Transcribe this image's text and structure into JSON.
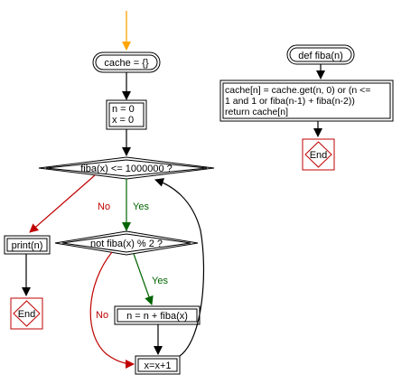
{
  "main_flow": {
    "init_dict": "cache = {}",
    "init_vars": [
      "n = 0",
      "x = 0"
    ],
    "condition_limit": "fiba(x) <= 1000000 ?",
    "label_no_outer": "No",
    "label_yes_outer": "Yes",
    "condition_even": "not fiba(x) % 2 ?",
    "label_yes_inner": "Yes",
    "label_no_inner": "No",
    "accumulate": "n = n + fiba(x)",
    "increment": "x=x+1",
    "output": "print(n)",
    "end": "End"
  },
  "function_flow": {
    "signature": "def fiba(n)",
    "body_lines": [
      "cache[n] = cache.get(n, 0) or (n <=",
      "1 and 1 or fiba(n-1) + fiba(n-2))",
      "return cache[n]"
    ],
    "end": "End"
  },
  "colors": {
    "start_arrow": "#ffa500",
    "yes_arrow": "#006400",
    "no_arrow": "#c00000",
    "end_stroke": "#c00000"
  }
}
